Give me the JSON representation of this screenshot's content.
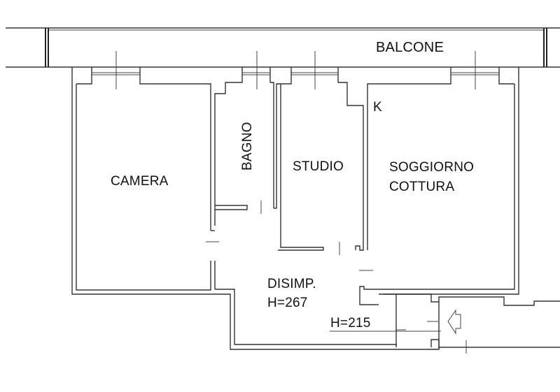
{
  "plan": {
    "rooms": {
      "balcone": "BALCONE",
      "camera": "CAMERA",
      "bagno": "BAGNO",
      "studio": "STUDIO",
      "soggiorno_line1": "SOGGIORNO",
      "soggiorno_line2": "COTTURA",
      "disimpegno": "DISIMP.",
      "kitchen_mark": "K"
    },
    "heights": {
      "disimpegno": "H=267",
      "entrance": "H=215"
    },
    "entrance_arrow": "arrow-left-icon",
    "line_color": "#333333",
    "background": "#ffffff"
  }
}
